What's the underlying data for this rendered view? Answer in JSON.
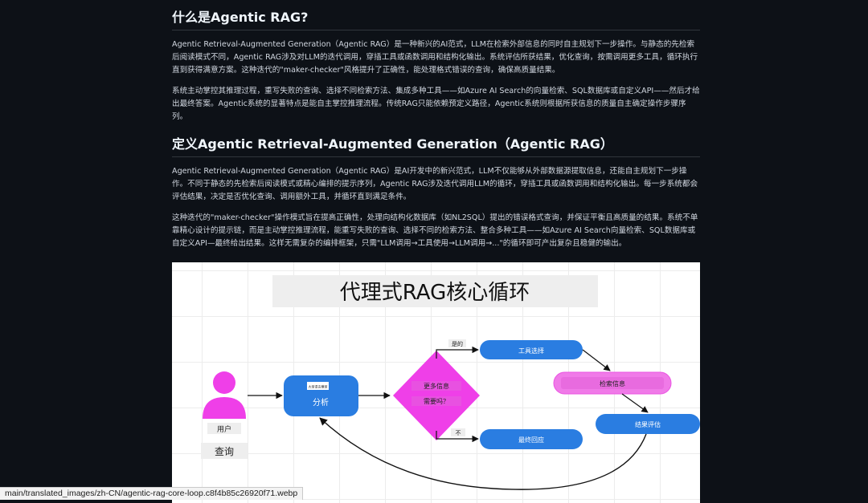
{
  "article": {
    "heading1": "什么是Agentic RAG?",
    "p1": "Agentic Retrieval-Augmented Generation（Agentic RAG）是一种新兴的AI范式，LLM在检索外部信息的同时自主规划下一步操作。与静态的先检索后阅读模式不同，Agentic RAG涉及对LLM的迭代调用，穿插工具或函数调用和结构化输出。系统评估所获结果，优化查询，按需调用更多工具，循环执行直到获得满意方案。这种迭代的\"maker-checker\"风格提升了正确性，能处理格式错误的查询，确保高质量结果。",
    "p2": "系统主动掌控其推理过程，重写失败的查询、选择不同检索方法、集成多种工具——如Azure AI Search的向量检索、SQL数据库或自定义API——然后才给出最终答案。Agentic系统的显著特点是能自主掌控推理流程。传统RAG只能依赖预定义路径，Agentic系统则根据所获信息的质量自主确定操作步骤序列。",
    "heading2": "定义Agentic Retrieval-Augmented Generation（Agentic RAG）",
    "p3": "Agentic Retrieval-Augmented Generation（Agentic RAG）是AI开发中的新兴范式，LLM不仅能够从外部数据源提取信息，还能自主规划下一步操作。不同于静态的先检索后阅读模式或精心编排的提示序列，Agentic RAG涉及迭代调用LLM的循环，穿插工具或函数调用和结构化输出。每一步系统都会评估结果，决定是否优化查询、调用额外工具，并循环直到满足条件。",
    "p4": "这种迭代的\"maker-checker\"操作模式旨在提高正确性，处理向结构化数据库（如NL2SQL）提出的错误格式查询，并保证平衡且高质量的结果。系统不单靠精心设计的提示链，而是主动掌控推理流程，能重写失败的查询、选择不同的检索方法、整合多种工具——如Azure AI Search向量检索、SQL数据库或自定义API—最终给出结果。这样无需复杂的编排框架，只需\"LLM调用→工具使用→LLM调用→...\"的循环即可产出复杂且稳健的输出。"
  },
  "figure": {
    "title": "代理式RAG核心循环",
    "user_label": "用户",
    "query_label": "查询",
    "analyze_small": "大型语言模型",
    "analyze_label": "分析",
    "decision_line1": "更多信息",
    "decision_line2": "需要吗？",
    "yes_label": "是的",
    "no_label": "不",
    "tool_select": "工具选择",
    "retrieve_info": "检索信息",
    "evaluate_results": "结果评估",
    "final_response": "最终回应",
    "colors": {
      "blue": "#2a7de1",
      "magenta": "#ef3fe8",
      "pink": "#f07ae8",
      "bg": "#ffffff"
    }
  },
  "status": {
    "url": "main/translated_images/zh-CN/agentic-rag-core-loop.c8f4b85c26920f71.webp"
  }
}
